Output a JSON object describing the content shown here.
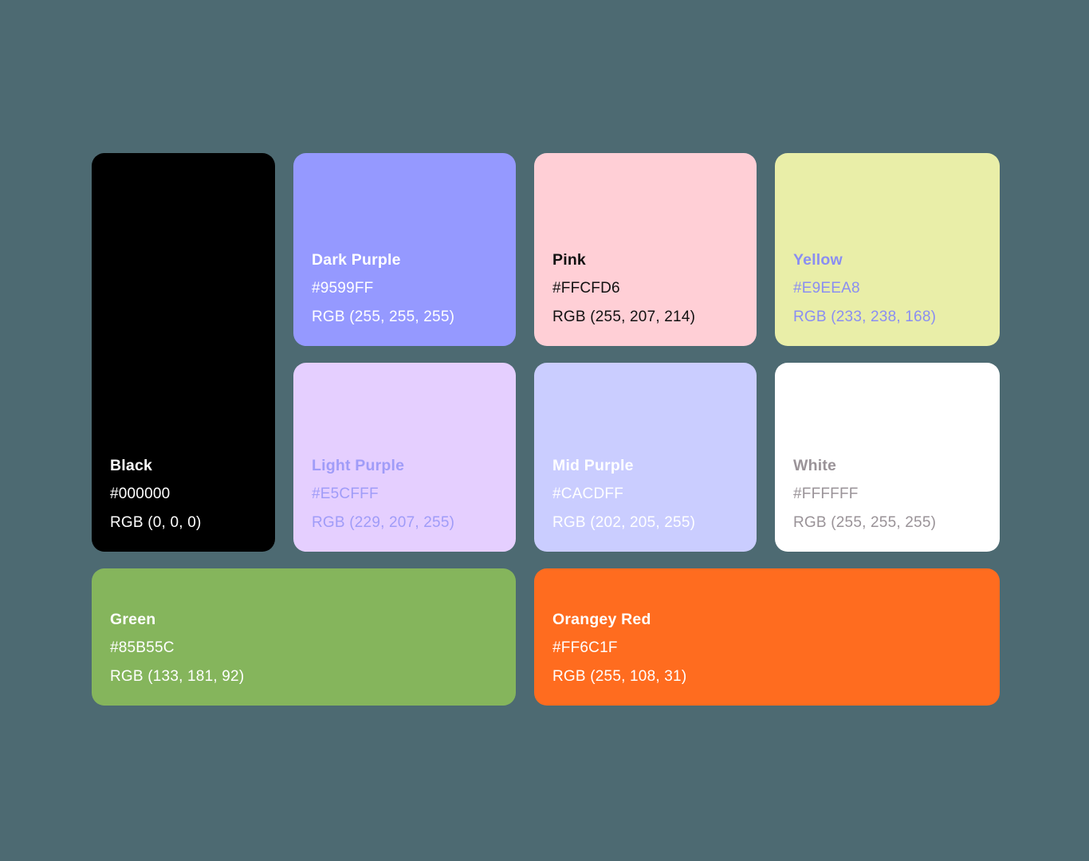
{
  "page": {
    "background": "#4D6A72"
  },
  "cards": [
    {
      "id": "black",
      "name": "Black",
      "hex": "#000000",
      "rgb": "RGB (0, 0, 0)",
      "bg": "#000000",
      "text_color": "#FFFFFF"
    },
    {
      "id": "dark-purple",
      "name": "Dark Purple",
      "hex": "#9599FF",
      "rgb": "RGB (255, 255, 255)",
      "bg": "#9599FF",
      "text_color": "#FFFFFF"
    },
    {
      "id": "pink",
      "name": "Pink",
      "hex": "#FFCFD6",
      "rgb": "RGB (255, 207, 214)",
      "bg": "#FFCFD6",
      "text_color": "#111111"
    },
    {
      "id": "yellow",
      "name": "Yellow",
      "hex": "#E9EEA8",
      "rgb": "RGB (233, 238, 168)",
      "bg": "#E9EEA8",
      "text_color": "#8A8EF2"
    },
    {
      "id": "light-purple",
      "name": "Light Purple",
      "hex": "#E5CFFF",
      "rgb": "RGB (229, 207, 255)",
      "bg": "#E5CFFF",
      "text_color": "#A09CF8"
    },
    {
      "id": "mid-purple",
      "name": "Mid Purple",
      "hex": "#CACDFF",
      "rgb": "RGB (202, 205, 255)",
      "bg": "#CACDFF",
      "text_color": "#FFFFFF"
    },
    {
      "id": "white",
      "name": "White",
      "hex": "#FFFFFF",
      "rgb": "RGB (255, 255, 255)",
      "bg": "#FFFFFF",
      "text_color": "#9A9398"
    },
    {
      "id": "green",
      "name": "Green",
      "hex": "#85B55C",
      "rgb": "RGB (133, 181, 92)",
      "bg": "#85B55C",
      "text_color": "#FFFFFF"
    },
    {
      "id": "orangey-red",
      "name": "Orangey Red",
      "hex": "#FF6C1F",
      "rgb": "RGB (255, 108, 31)",
      "bg": "#FF6C1F",
      "text_color": "#FFFFFF"
    }
  ]
}
